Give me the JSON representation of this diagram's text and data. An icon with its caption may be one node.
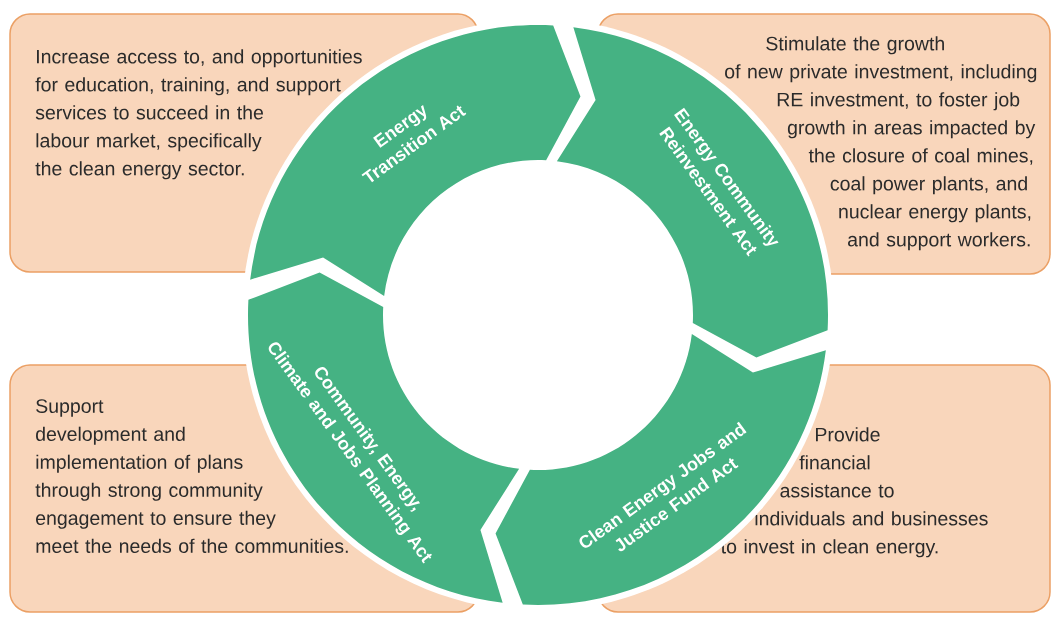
{
  "diagram": {
    "nodes": [
      {
        "text": [
          "Increase access to, and opportunities for education, training, and support services to succeed in the labour market, specifically the clean energy sector."
        ]
      },
      {
        "text": [
          "Stimulate the growth of new private investment, including RE investment, to foster job growth in areas impacted by the closure of coal mines, coal power plants, and nuclear energy plants, and support workers."
        ]
      },
      {
        "text": [
          "Support development and implementation of plans through strong community engagement to ensure they meet the needs of the communities."
        ]
      },
      {
        "text": [
          "Provide financial assistance to individuals and businesses to invest in clean energy."
        ]
      },
      {
        "text": [
          "Energy Transition Act"
        ]
      },
      {
        "text": [
          "Energy Community Reinvestment Act"
        ]
      },
      {
        "text": [
          "Clean Energy Jobs and Justice Fund Act"
        ]
      },
      {
        "text": [
          "Community, Energy, Climate and Jobs Planning Act"
        ]
      }
    ]
  }
}
